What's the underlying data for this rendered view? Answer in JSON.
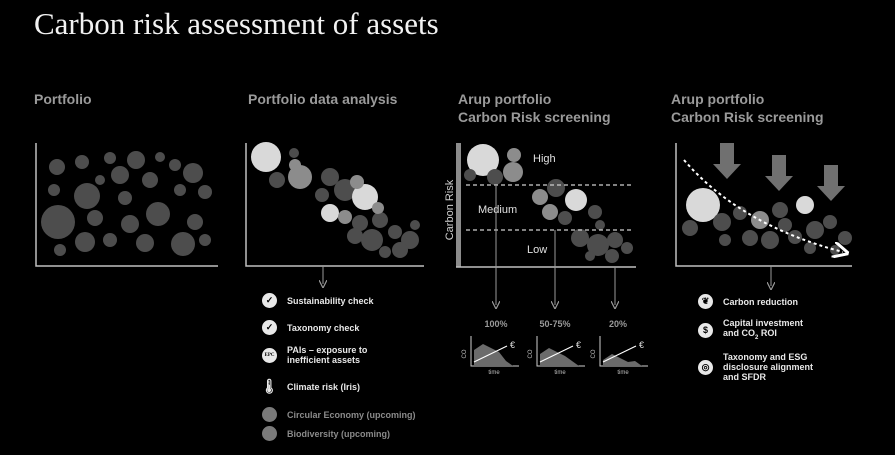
{
  "title": "Carbon risk assessment of assets",
  "columns": [
    {
      "title": "Portfolio"
    },
    {
      "title": "Portfolio data analysis"
    },
    {
      "title_line1": "Arup portfolio",
      "title_line2": "Carbon Risk screening"
    },
    {
      "title_line1": "Arup portfolio",
      "title_line2": "Carbon Risk screening"
    }
  ],
  "screening": {
    "axis_label": "Carbon Risk",
    "levels": [
      "High",
      "Medium",
      "Low"
    ],
    "percentages": [
      "100%",
      "50-75%",
      "20%"
    ],
    "mini_chart": {
      "y_label": "CO",
      "x_label": "time",
      "currency": "€"
    }
  },
  "analysis_list": [
    {
      "icon": "check-icon",
      "label": "Sustainability check",
      "style": "active"
    },
    {
      "icon": "check-icon",
      "label": "Taxonomy check",
      "style": "active"
    },
    {
      "icon": "epc-icon",
      "icon_text": "EPC",
      "label_line1": "PAIs – exposure to",
      "label_line2": "inefficient assets",
      "style": "active"
    },
    {
      "icon": "thermometer-icon",
      "label": "Climate risk (Iris)",
      "style": "active"
    },
    {
      "icon": "circle-icon",
      "label": "Circular Economy (upcoming)",
      "style": "upcoming"
    },
    {
      "icon": "circle-icon",
      "label": "Biodiversity (upcoming)",
      "style": "upcoming"
    }
  ],
  "outcomes_list": [
    {
      "icon": "leaf-icon",
      "label": "Carbon reduction"
    },
    {
      "icon": "money-bag-icon",
      "icon_text": "$",
      "label_line1": "Capital investment",
      "label_line2": "and CO",
      "label_sub": "2",
      "label_line2_end": " ROI"
    },
    {
      "icon": "globe-icon",
      "label_line1": "Taxonomy and ESG",
      "label_line2": "disclosure alignment",
      "label_line3": "and SFDR"
    }
  ],
  "colors": {
    "background": "#000000",
    "bubble_light": "#d9d9d9",
    "bubble_mid": "#8c8c8c",
    "bubble_dark": "#4d4d4d",
    "axis": "#bfbfbf",
    "title_grey": "#9a9a9a"
  }
}
